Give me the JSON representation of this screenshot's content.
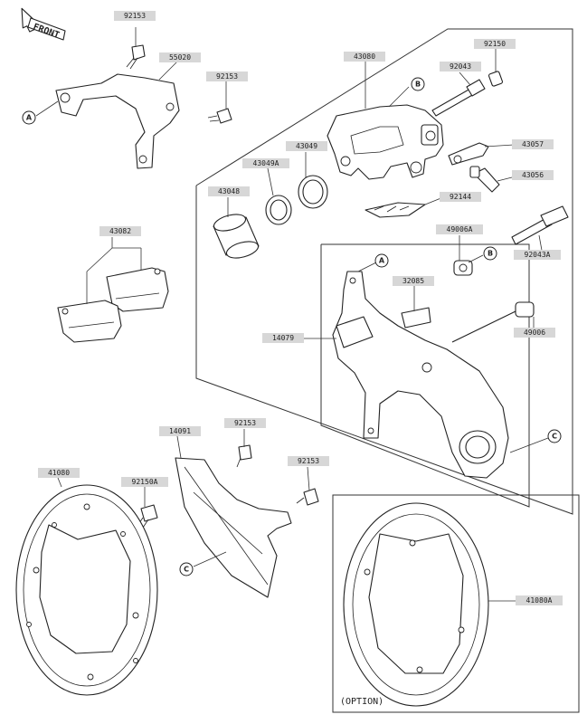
{
  "front_arrow": {
    "label": "FRONT"
  },
  "option_label": "(OPTION)",
  "callouts": {
    "a": "A",
    "b": "B",
    "c": "C"
  },
  "parts": [
    {
      "id": "p92153_top",
      "number": "92153"
    },
    {
      "id": "p55020",
      "number": "55020"
    },
    {
      "id": "p92153_bracket",
      "number": "92153"
    },
    {
      "id": "p43080",
      "number": "43080"
    },
    {
      "id": "p92150",
      "number": "92150"
    },
    {
      "id": "p92043",
      "number": "92043"
    },
    {
      "id": "p43049",
      "number": "43049"
    },
    {
      "id": "p43049a",
      "number": "43049A"
    },
    {
      "id": "p43057",
      "number": "43057"
    },
    {
      "id": "p43048",
      "number": "43048"
    },
    {
      "id": "p43056",
      "number": "43056"
    },
    {
      "id": "p92144",
      "number": "92144"
    },
    {
      "id": "p43082",
      "number": "43082"
    },
    {
      "id": "p49006a",
      "number": "49006A"
    },
    {
      "id": "p92043a",
      "number": "92043A"
    },
    {
      "id": "p32085",
      "number": "32085"
    },
    {
      "id": "p14079",
      "number": "14079"
    },
    {
      "id": "p49006",
      "number": "49006"
    },
    {
      "id": "p14091",
      "number": "14091"
    },
    {
      "id": "p92153_guard1",
      "number": "92153"
    },
    {
      "id": "p41080",
      "number": "41080"
    },
    {
      "id": "p92150a",
      "number": "92150A"
    },
    {
      "id": "p92153_guard2",
      "number": "92153"
    },
    {
      "id": "p41080a",
      "number": "41080A"
    }
  ]
}
